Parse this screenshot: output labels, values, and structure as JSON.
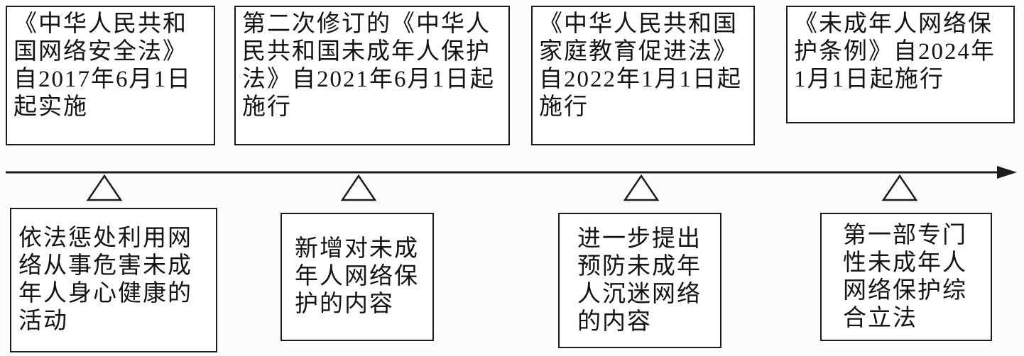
{
  "colors": {
    "border": "#1c1c1c",
    "background": "#ffffff",
    "arrow": "#1c1c1c"
  },
  "arrow": {
    "direction": "right"
  },
  "timeline": {
    "items": [
      {
        "law": "《中华人民共和国网络安全法》自2017年6月1日起实施",
        "note": "依法惩处利用网络从事危害未成年人身心健康的活动"
      },
      {
        "law": "第二次修订的《中华人民共和国未成年人保护法》自2021年6月1日起施行",
        "note": "新增对未成年人网络保护的内容"
      },
      {
        "law": "《中华人民共和国家庭教育促进法》自2022年1月1日起施行",
        "note": "进一步提出预防未成年人沉迷网络的内容"
      },
      {
        "law": "《未成年人网络保护条例》自2024年1月1日起施行",
        "note": "第一部专门性未成年人网络保护综合立法"
      }
    ]
  }
}
